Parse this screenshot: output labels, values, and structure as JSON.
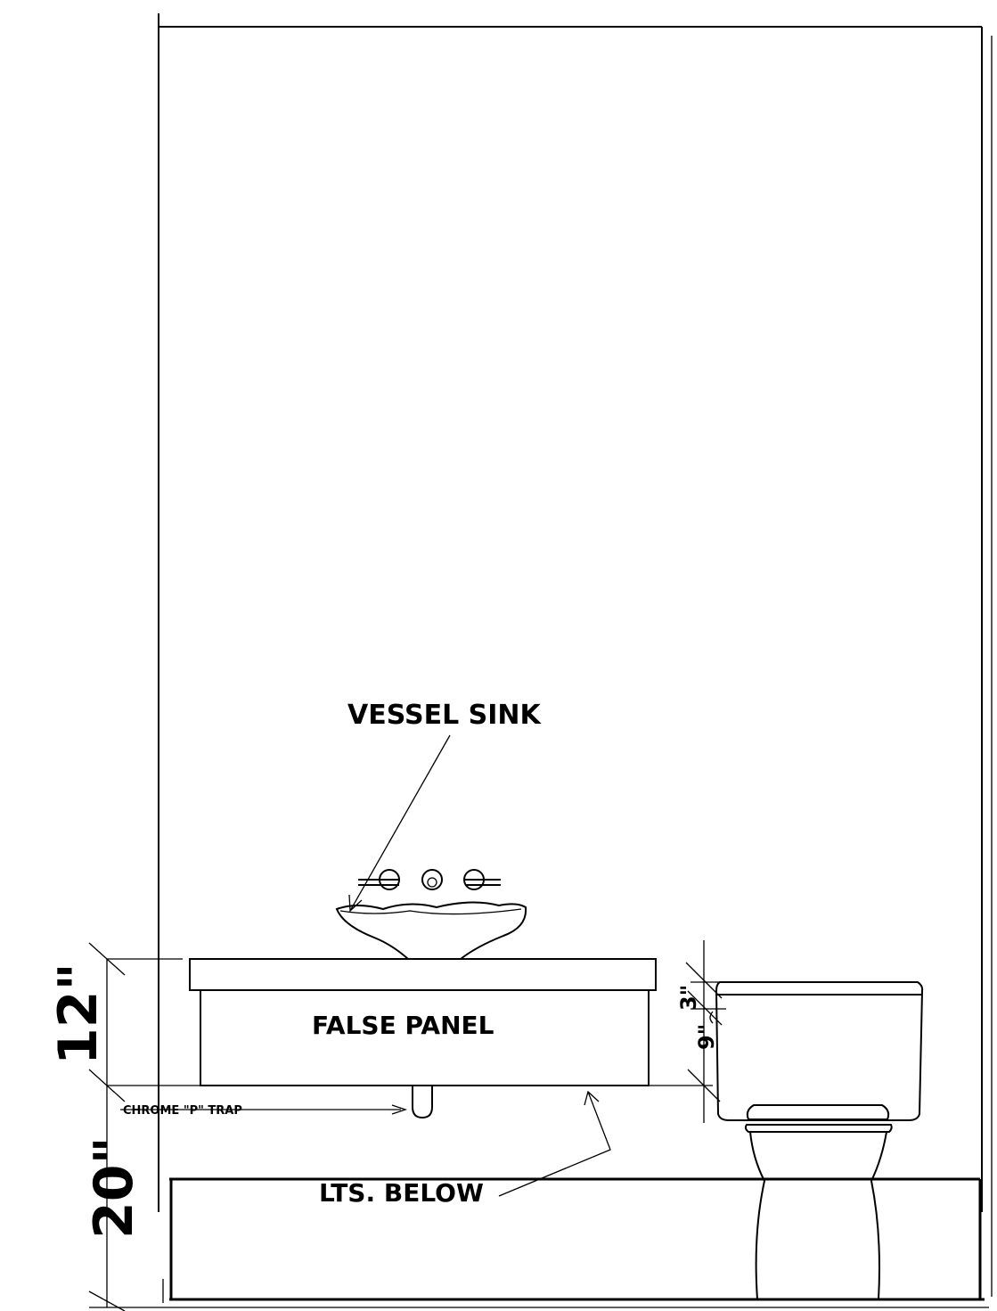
{
  "labels": {
    "vessel_sink": "VESSEL SINK",
    "false_panel": "FALSE PANEL",
    "p_trap": "CHROME \"P\" TRAP",
    "lights_below": "LTS. BELOW"
  },
  "dimensions": {
    "cabinet_height": "12\"",
    "cabinet_clearance": "20\"",
    "tank_top": "3\"",
    "tank_side": "9\""
  },
  "colors": {
    "line": "#000000",
    "background": "#ffffff"
  }
}
